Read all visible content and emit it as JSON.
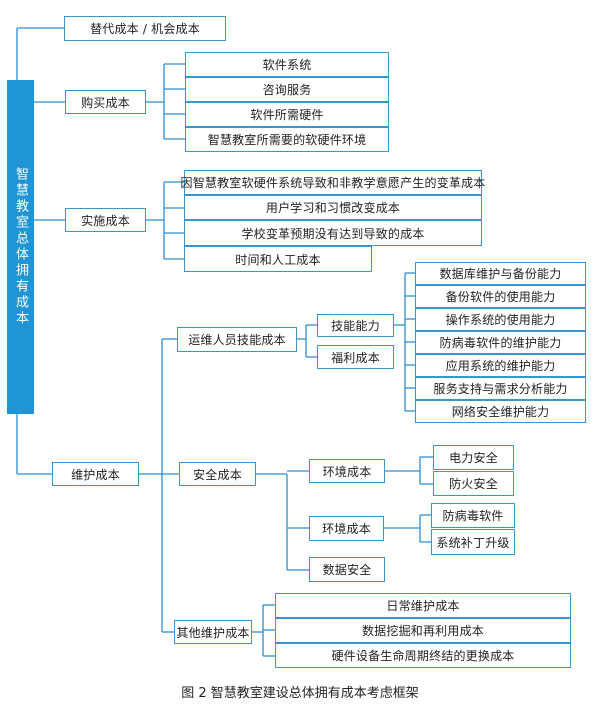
{
  "root": "智慧教室总体拥有成本",
  "level1": {
    "replace": "替代成本 / 机会成本",
    "purchase": "购买成本",
    "implement": "实施成本",
    "maintain": "维护成本"
  },
  "purchase_items": [
    "软件系统",
    "咨询服务",
    "软件所需硬件",
    "智慧教室所需要的软硬件环境"
  ],
  "implement_items": [
    "因智慧教室软硬件系统导致和非教学意愿产生的变革成本",
    "用户学习和习惯改变成本",
    "学校变革预期没有达到导致的成本",
    "时间和人工成本"
  ],
  "maintain_children": {
    "ops": "运维人员技能成本",
    "security": "安全成本",
    "other": "其他维护成本"
  },
  "ops_children": {
    "skill": "技能能力",
    "welfare": "福利成本"
  },
  "skill_items": [
    "数据库维护与备份能力",
    "备份软件的使用能力",
    "操作系统的使用能力",
    "防病毒软件的维护能力",
    "应用系统的维护能力",
    "服务支持与需求分析能力",
    "网络安全维护能力"
  ],
  "security_children": {
    "env1": "环境成本",
    "env2": "环境成本",
    "data": "数据安全"
  },
  "env1_items": [
    "电力安全",
    "防火安全"
  ],
  "env2_items": [
    "防病毒软件",
    "系统补丁升级"
  ],
  "other_items": [
    "日常维护成本",
    "数据挖掘和再利用成本",
    "硬件设备生命周期终结的更换成本"
  ],
  "caption": "图 2  智慧教室建设总体拥有成本考虑框架",
  "colors": {
    "accent": "#1f95d6",
    "border": "#3a96cf",
    "line": "#2d8fcf"
  }
}
